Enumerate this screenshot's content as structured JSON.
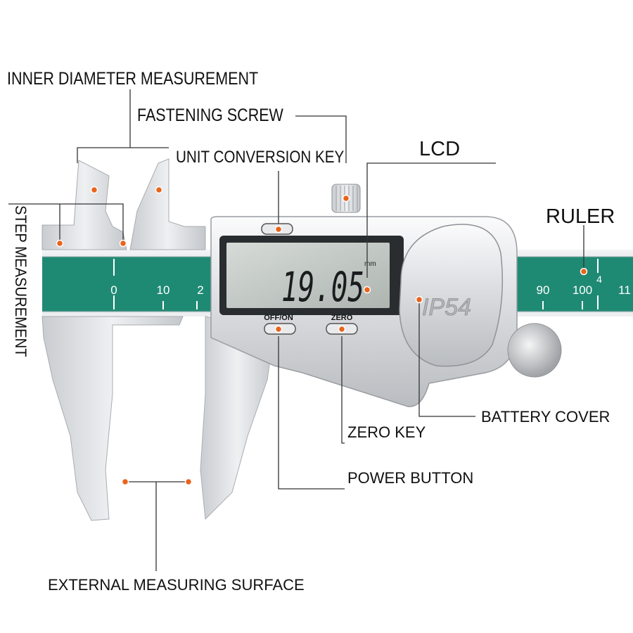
{
  "labels": {
    "inner_diameter": "INNER DIAMETER MEASUREMENT",
    "fastening_screw": "FASTENING SCREW",
    "unit_conversion_key": "UNIT CONVERSION KEY",
    "lcd": "LCD",
    "ruler": "RULER",
    "step_measurement": "STEP MEASUREMENT",
    "battery_cover": "BATTERY COVER",
    "zero_key": "ZERO KEY",
    "power_button": "POWER BUTTON",
    "external_surface": "EXTERNAL MEASURING SURFACE"
  },
  "display": {
    "reading": "19.05",
    "unit": "mm"
  },
  "buttons": {
    "off_on": "OFF/ON",
    "zero": "ZERO"
  },
  "badge": "IP54",
  "scale": {
    "left_ticks": [
      "0",
      "10",
      "2"
    ],
    "right_ticks": [
      "90",
      "100",
      "11"
    ],
    "inch_mark": "4"
  },
  "colors": {
    "scale_band": "#1f8a74",
    "marker": "#e8641c",
    "steel": "#d7d9dc"
  }
}
